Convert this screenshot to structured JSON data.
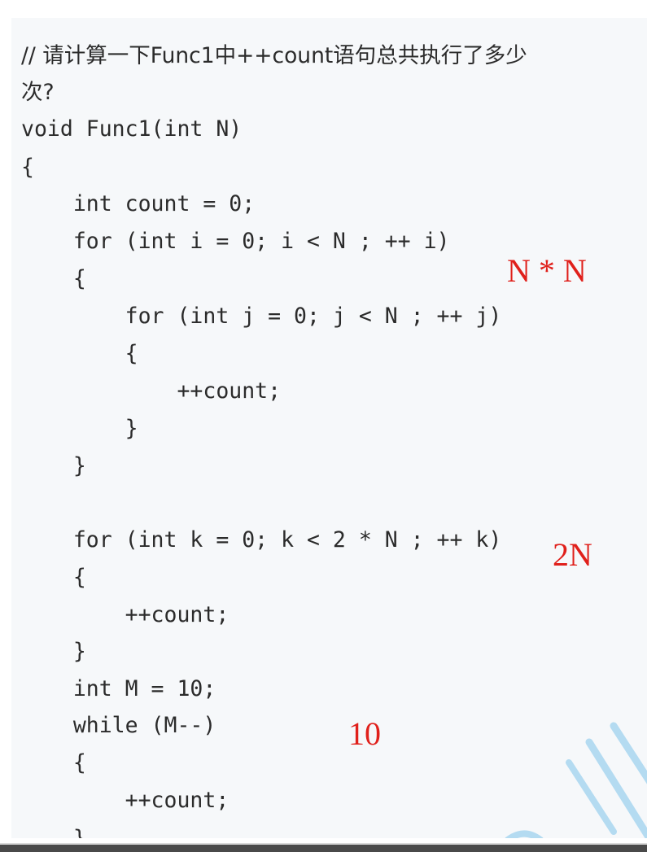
{
  "code_lines": [
    "// 请计算一下Func1中++count语句总共执行了多少",
    "次?",
    "void Func1(int N)",
    "{",
    "    int count = 0;",
    "    for (int i = 0; i < N ; ++ i)",
    "    {",
    "        for (int j = 0; j < N ; ++ j)",
    "        {",
    "            ++count;",
    "        }",
    "    }",
    "    for (int k = 0; k < 2 * N ; ++ k)",
    "    {",
    "        ++count;",
    "    }",
    "    int M = 10;",
    "    while (M--)",
    "    {",
    "        ++count;",
    "    }"
  ],
  "annotations": {
    "nested_loop": "N * N",
    "k_loop": "2N",
    "while_loop": "10"
  },
  "colors": {
    "annotation": "#e0201b",
    "code_background": "#f6f8fa",
    "code_text": "#2b2b2b",
    "watermark": "#7fc4ea"
  }
}
